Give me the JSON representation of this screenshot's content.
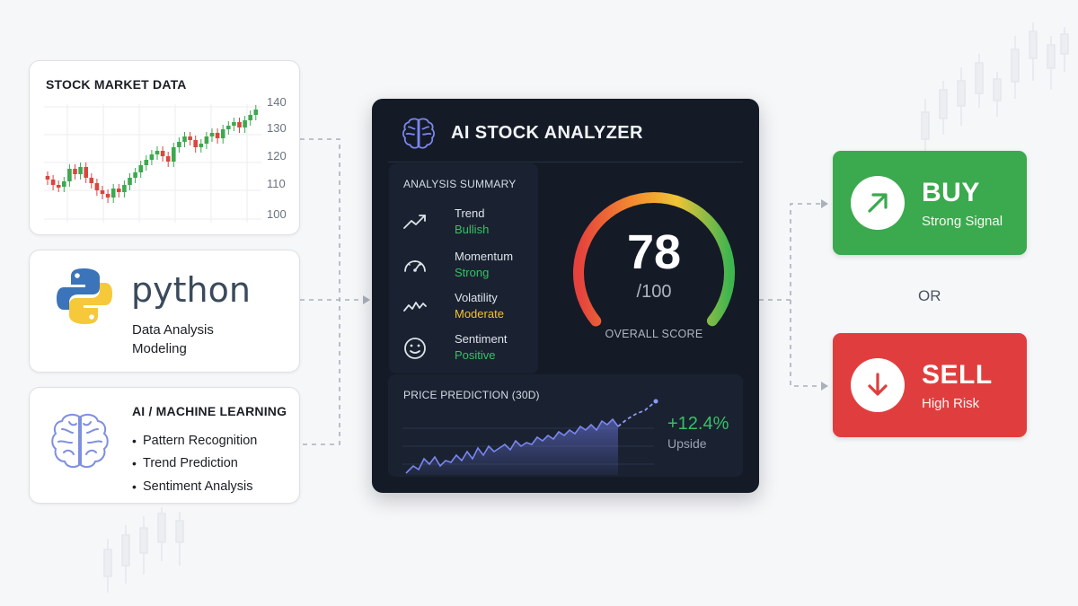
{
  "market_card": {
    "title": "STOCK MARKET DATA",
    "y_labels": [
      "140",
      "130",
      "120",
      "110",
      "100"
    ]
  },
  "python_card": {
    "logo_text": "python",
    "lines": [
      "Data Analysis",
      "Modeling"
    ]
  },
  "ai_card": {
    "title": "AI / MACHINE LEARNING",
    "items": [
      "Pattern Recognition",
      "Trend Prediction",
      "Sentiment Analysis"
    ]
  },
  "analyzer": {
    "title": "AI STOCK ANALYZER",
    "summary_title": "ANALYSIS SUMMARY",
    "metrics": [
      {
        "label": "Trend",
        "value": "Bullish",
        "color": "#36c165",
        "icon": "trend-up-icon"
      },
      {
        "label": "Momentum",
        "value": "Strong",
        "color": "#36c165",
        "icon": "speedometer-icon"
      },
      {
        "label": "Volatility",
        "value": "Moderate",
        "color": "#f2c230",
        "icon": "volatility-icon"
      },
      {
        "label": "Sentiment",
        "value": "Positive",
        "color": "#36c165",
        "icon": "smiley-icon"
      }
    ],
    "score": "78",
    "score_max": "/100",
    "score_fraction": 0.78,
    "score_caption": "OVERALL SCORE",
    "prediction": {
      "title": "PRICE PREDICTION (30D)",
      "change": "+12.4%",
      "change_label": "Upside"
    }
  },
  "signals": {
    "buy": {
      "label": "BUY",
      "sub": "Strong Signal",
      "color": "#3ba94e"
    },
    "or": "OR",
    "sell": {
      "label": "SELL",
      "sub": "High Risk",
      "color": "#e03e3e"
    }
  },
  "colors": {
    "bull": "#3ba94e",
    "bear": "#d9463e",
    "panel_bg": "#141b27",
    "accent_blue": "#6f7be8"
  }
}
